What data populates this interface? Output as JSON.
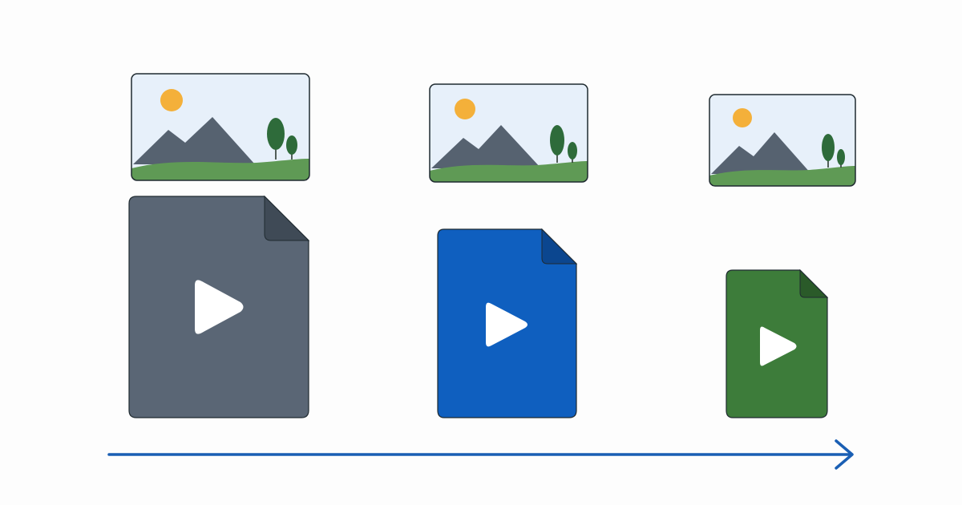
{
  "colors": {
    "background": "#fdfdfd",
    "image_sky": "#e7f0fa",
    "image_border": "#1f2a30",
    "sun": "#f4b03a",
    "mountain": "#566270",
    "ground": "#5f9a55",
    "tree": "#2e6b3a",
    "trunk": "#2d3a30",
    "play_icon": "#ffffff",
    "arrow": "#1a5fb4"
  },
  "columns": [
    {
      "id": "large",
      "image_icon": "landscape-image-icon",
      "file_icon": "video-file-icon",
      "file_color": "#5a6675",
      "fold_color": "#3f4a56"
    },
    {
      "id": "medium",
      "image_icon": "landscape-image-icon",
      "file_icon": "video-file-icon",
      "file_color": "#0f5fbf",
      "fold_color": "#0b468f"
    },
    {
      "id": "small",
      "image_icon": "landscape-image-icon",
      "file_icon": "video-file-icon",
      "file_color": "#3d7c3a",
      "fold_color": "#2a5a29"
    }
  ],
  "arrow": {
    "icon": "arrow-right-icon"
  }
}
